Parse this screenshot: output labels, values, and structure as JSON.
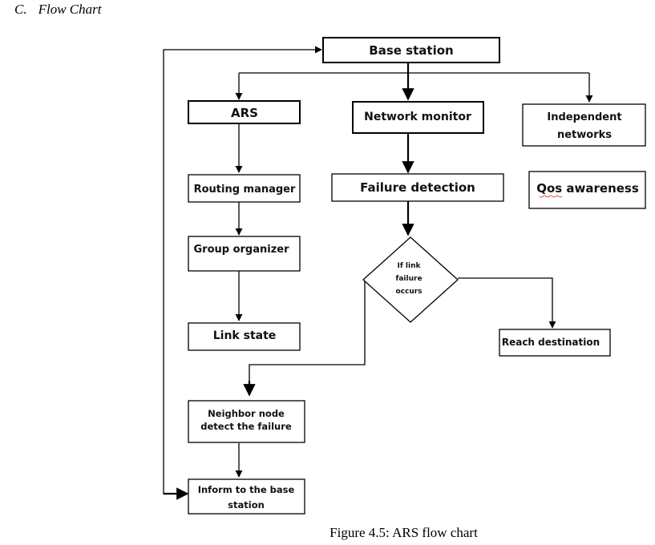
{
  "heading": {
    "number": "C.",
    "title": "Flow Chart"
  },
  "nodes": {
    "base_station": "Base station",
    "ars": "ARS",
    "network_monitor": "Network monitor",
    "independent_networks_line1": "Independent",
    "independent_networks_line2": "networks",
    "routing_manager": "Routing manager",
    "failure_detection": "Failure detection",
    "qos_awareness": "Qos awareness",
    "group_organizer": "Group organizer",
    "decision_line1": "If link",
    "decision_line2": "failure",
    "decision_line3": "occurs",
    "link_state": "Link state",
    "reach_destination": "Reach destination",
    "neighbor_line1": "Neighbor node",
    "neighbor_line2": "detect the failure",
    "inform_line1": "Inform to the base",
    "inform_line2": "station"
  },
  "caption": "Figure 4.5: ARS flow chart"
}
